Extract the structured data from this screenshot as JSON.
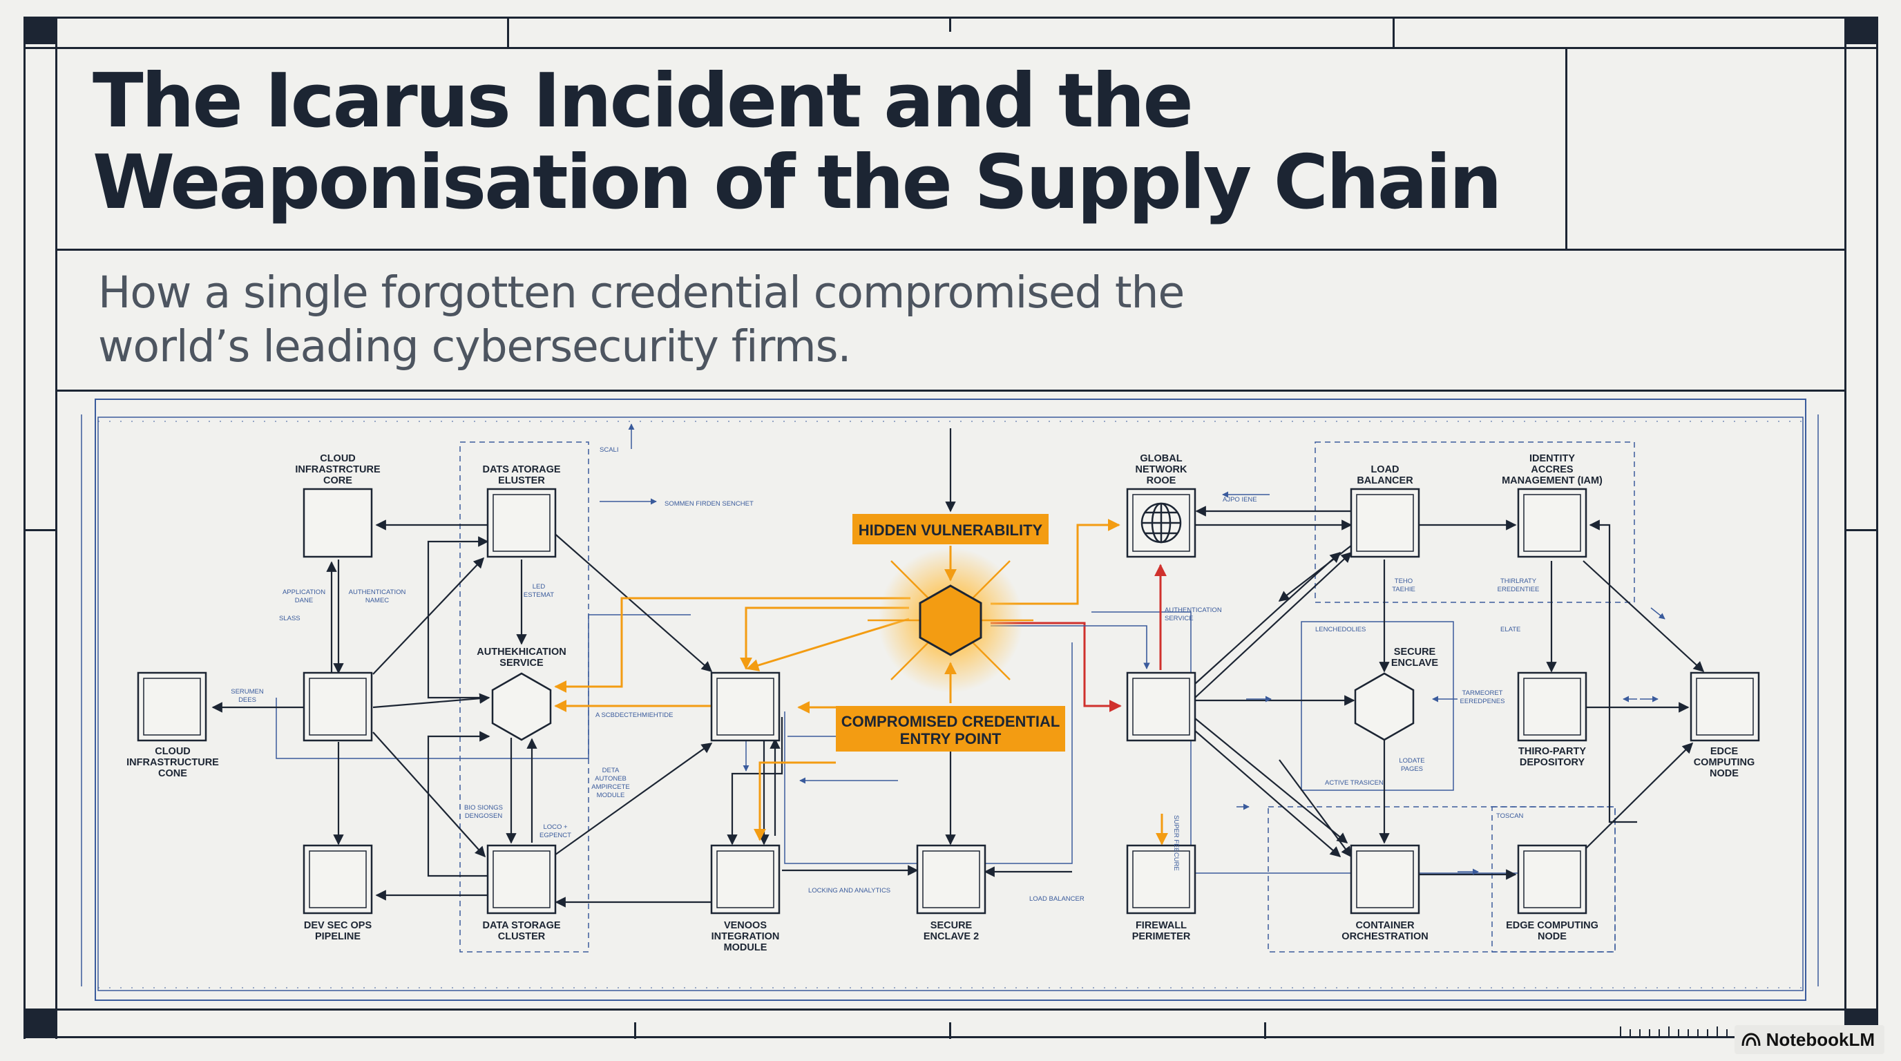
{
  "slide": {
    "title_line1": "The Icarus Incident and the",
    "title_line2": "Weaponisation of the Supply Chain",
    "subtitle_line1": "How a single forgotten credential compromised the",
    "subtitle_line2": "world’s leading cybersecurity firms."
  },
  "callouts": {
    "hidden": "HIDDEN VULNERABILITY",
    "compromised_line1": "COMPROMISED CREDENTIAL",
    "compromised_line2": "ENTRY POINT"
  },
  "colors": {
    "ink": "#1c2533",
    "blueprint": "#3a5b9c",
    "accent_orange": "#f39c12",
    "alert_red": "#d0312d",
    "background": "#f1f1ee"
  },
  "labels": {
    "cloud_infra_core_top": [
      "CLOUD",
      "INFRASTRCTURE",
      "CORE"
    ],
    "data_storage_top": [
      "DATS ATORAGE",
      "ELUSTER"
    ],
    "global_network": [
      "GLOBAL",
      "NETWORK",
      "ROOE"
    ],
    "load_balancer": [
      "LOAD",
      "BALANCER"
    ],
    "iam": [
      "IDENTITY",
      "ACCRES",
      "MANAGEMENT (IAM)"
    ],
    "auth_service": [
      "AUTHEKHICATION",
      "SERVICE"
    ],
    "secure_enclave": [
      "SECURE",
      "ENCLAVE"
    ],
    "cloud_infra_core_left": [
      "CLOUD",
      "INFRASTRUCTURE",
      "CONE"
    ],
    "third_party": [
      "THIRO-PARTY",
      "DEPOSITORY"
    ],
    "edge_computing_right": [
      "EDCE",
      "COMPUTING",
      "NODE"
    ],
    "devsecops": [
      "DEV SEC OPS",
      "PIPELINE"
    ],
    "data_storage_bottom": [
      "DATA STORAGE",
      "CLUSTER"
    ],
    "vendor": [
      "VENOOS",
      "INTEGRATION",
      "MODULE"
    ],
    "secure_enclave_2": [
      "SECURE",
      "ENCLAVE 2"
    ],
    "firewall": [
      "FIREWALL",
      "PERIMETER"
    ],
    "container": [
      "CONTAINER",
      "ORCHESTRATION"
    ],
    "edge_bottom": [
      "EDGE COMPUTING",
      "NODE"
    ]
  },
  "micro": {
    "m1": "SCALI",
    "m2": "SOMMEN FIRDEN SENCHET",
    "m3": "APPLICATION",
    "m3b": "DANE",
    "m4": "AUTHENTICATION",
    "m4b": "NAMEC",
    "m5": "LED",
    "m5b": "ESTEMAT",
    "m6": "SLASS",
    "m7": "SERUMEN",
    "m7b": "DEES",
    "m8": "A SCBDECTEHMIEHTIDE",
    "m9": "DETA",
    "m9b": "AUTONEB",
    "m9c": "AMPIRCETE",
    "m9d": "MODULE",
    "m10": "BIO SIONGS",
    "m10b": "DENGOSEN",
    "m11": "LOCO +",
    "m11b": "EGPENCT",
    "m12": "LOCKING AND ANALYTICS",
    "m13": "LOAD BALANCER",
    "m14": "AUTHENTICATION",
    "m14b": "SERVICE",
    "m15": "SUPER FEECURE",
    "m16": "AJPO IENE",
    "m17": "TEHO",
    "m17b": "TAEHIE",
    "m18": "THIRLRATY",
    "m18b": "EREDENTIEE",
    "m19": "ELATE",
    "m20": "LENCHEDOLIES",
    "m21": "TARMEORET",
    "m21b": "EEREDPENES",
    "m22": "LODATE",
    "m22b": "PAGES",
    "m23": "ACTIVE TRASICEN",
    "m24": "TOSCAN"
  },
  "brand": "NotebookLM"
}
